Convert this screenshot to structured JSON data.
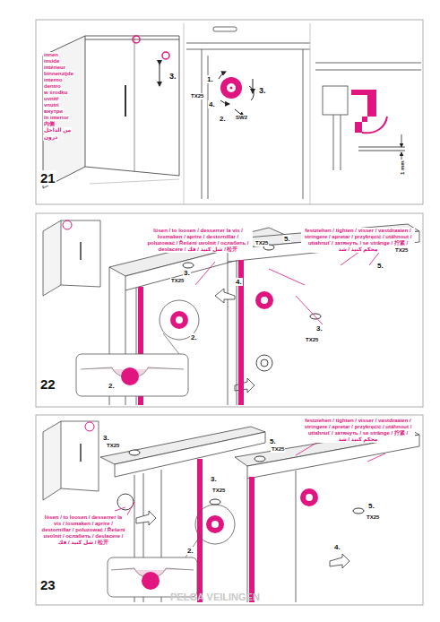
{
  "diagram": {
    "labels": [
      "21",
      "innen",
      "inside",
      "intérieur",
      "binnenzijde",
      "interno",
      "dentro",
      "w środku",
      "uvnitř",
      "vnútri",
      "внутри",
      "în interior",
      "内侧",
      "من الداخل",
      "درون",
      "3.",
      "1.",
      "TX25",
      "4.",
      "2.",
      "SW2",
      "3.",
      "1 mm",
      "22",
      "lösen / to loosen / desserrer la vis / losmaken / aprire / destornillar / poluzować / Řešení uvolnit / ослабить / deslacere / شل كنيد / فك / 松开",
      "3.",
      "TX25",
      "2.",
      "3.",
      "TX25",
      "2.",
      "festziehen / tighten / visser / vastdraaien / stringere / apretar / przykręcić / utáhnout / utiahnuť / затянуть / se strânge / 拧紧 / محكم كنيد / شد",
      "5.",
      "TX25",
      "4.",
      "5.",
      "TX25",
      "23",
      "TX25",
      "3.",
      "3.",
      "TX25",
      "lösen / to loosen / desserrer la vis / losmaken / aprire / destornillar / poluzować / Řešení uvolnit / ослабить / deslacere / شل كنيد / فك / 松开",
      "2.",
      "festziehen / tighten / visser / vastdraaien / stringere / apretar / przykręcić / utáhnout / utiahnuť / затянуть / se strânge / 拧紧 / محكم كنيد / شد",
      "5.",
      "TX25",
      "5.",
      "TX25",
      "4.",
      "PELGA VEILINGEN"
    ]
  }
}
